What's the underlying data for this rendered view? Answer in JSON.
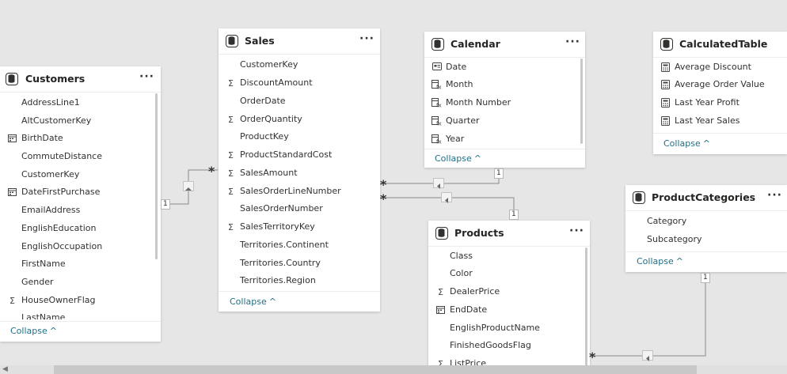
{
  "tables": {
    "customers": {
      "title": "Customers",
      "more": "···",
      "collapse": "Collapse",
      "fields": [
        {
          "name": "AddressLine1",
          "icon": ""
        },
        {
          "name": "AltCustomerKey",
          "icon": ""
        },
        {
          "name": "BirthDate",
          "icon": "calendar-icon"
        },
        {
          "name": "CommuteDistance",
          "icon": ""
        },
        {
          "name": "CustomerKey",
          "icon": ""
        },
        {
          "name": "DateFirstPurchase",
          "icon": "calendar-icon"
        },
        {
          "name": "EmailAddress",
          "icon": ""
        },
        {
          "name": "EnglishEducation",
          "icon": ""
        },
        {
          "name": "EnglishOccupation",
          "icon": ""
        },
        {
          "name": "FirstName",
          "icon": ""
        },
        {
          "name": "Gender",
          "icon": ""
        },
        {
          "name": "HouseOwnerFlag",
          "icon": "sigma-icon"
        },
        {
          "name": "LastName",
          "icon": ""
        }
      ]
    },
    "sales": {
      "title": "Sales",
      "more": "···",
      "collapse": "Collapse",
      "fields": [
        {
          "name": "CustomerKey",
          "icon": ""
        },
        {
          "name": "DiscountAmount",
          "icon": "sigma-icon"
        },
        {
          "name": "OrderDate",
          "icon": ""
        },
        {
          "name": "OrderQuantity",
          "icon": "sigma-icon"
        },
        {
          "name": "ProductKey",
          "icon": ""
        },
        {
          "name": "ProductStandardCost",
          "icon": "sigma-icon"
        },
        {
          "name": "SalesAmount",
          "icon": "sigma-icon"
        },
        {
          "name": "SalesOrderLineNumber",
          "icon": "sigma-icon"
        },
        {
          "name": "SalesOrderNumber",
          "icon": ""
        },
        {
          "name": "SalesTerritoryKey",
          "icon": "sigma-icon"
        },
        {
          "name": "Territories.Continent",
          "icon": ""
        },
        {
          "name": "Territories.Country",
          "icon": ""
        },
        {
          "name": "Territories.Region",
          "icon": ""
        }
      ]
    },
    "calendar": {
      "title": "Calendar",
      "more": "···",
      "collapse": "Collapse",
      "fields": [
        {
          "name": "Date",
          "icon": "date-key-icon"
        },
        {
          "name": "Month",
          "icon": "calc-column-icon"
        },
        {
          "name": "Month Number",
          "icon": "calc-column-icon"
        },
        {
          "name": "Quarter",
          "icon": "calc-column-icon"
        },
        {
          "name": "Year",
          "icon": "calc-column-icon"
        }
      ]
    },
    "calculated": {
      "title": "CalculatedTable",
      "collapse": "Collapse",
      "fields": [
        {
          "name": "Average Discount",
          "icon": "measure-icon"
        },
        {
          "name": "Average Order Value",
          "icon": "measure-icon"
        },
        {
          "name": "Last Year Profit",
          "icon": "measure-icon"
        },
        {
          "name": "Last Year Sales",
          "icon": "measure-icon"
        }
      ]
    },
    "productcategories": {
      "title": "ProductCategories",
      "more": "···",
      "collapse": "Collapse",
      "fields": [
        {
          "name": "Category",
          "icon": ""
        },
        {
          "name": "Subcategory",
          "icon": ""
        }
      ]
    },
    "products": {
      "title": "Products",
      "more": "···",
      "fields": [
        {
          "name": "Class",
          "icon": ""
        },
        {
          "name": "Color",
          "icon": ""
        },
        {
          "name": "DealerPrice",
          "icon": "sigma-icon"
        },
        {
          "name": "EndDate",
          "icon": "calendar-icon"
        },
        {
          "name": "EnglishProductName",
          "icon": ""
        },
        {
          "name": "FinishedGoodsFlag",
          "icon": ""
        },
        {
          "name": "ListPrice",
          "icon": "sigma-icon"
        }
      ]
    }
  },
  "relationships": {
    "one_label": "1",
    "many_label": "*"
  },
  "colors": {
    "canvas": "#e6e6e6",
    "link": "#1f6f86",
    "line": "#8a8a8a"
  }
}
